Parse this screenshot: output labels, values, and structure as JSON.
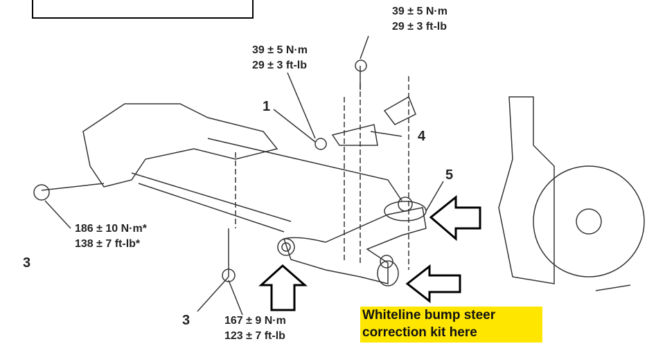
{
  "torques": {
    "bolt_top": {
      "nm": "39 ± 5 N·m",
      "ftlb": "29 ± 3 ft-lb"
    },
    "nut_1": {
      "nm": "39 ± 5 N·m",
      "ftlb": "29 ± 3 ft-lb"
    },
    "bolt_front": {
      "nm": "186 ± 10 N·m*",
      "ftlb": "138 ± 7 ft-lb*"
    },
    "bolt_rear": {
      "nm": "167 ± 9 N·m",
      "ftlb": "123 ± 7 ft-lb"
    }
  },
  "callouts": {
    "c1": "1",
    "c3a": "3",
    "c3b": "3",
    "c4": "4",
    "c5": "5"
  },
  "note": {
    "line1": "Whiteline bump steer",
    "line2": "correction kit here",
    "bg": "#ffe600"
  }
}
